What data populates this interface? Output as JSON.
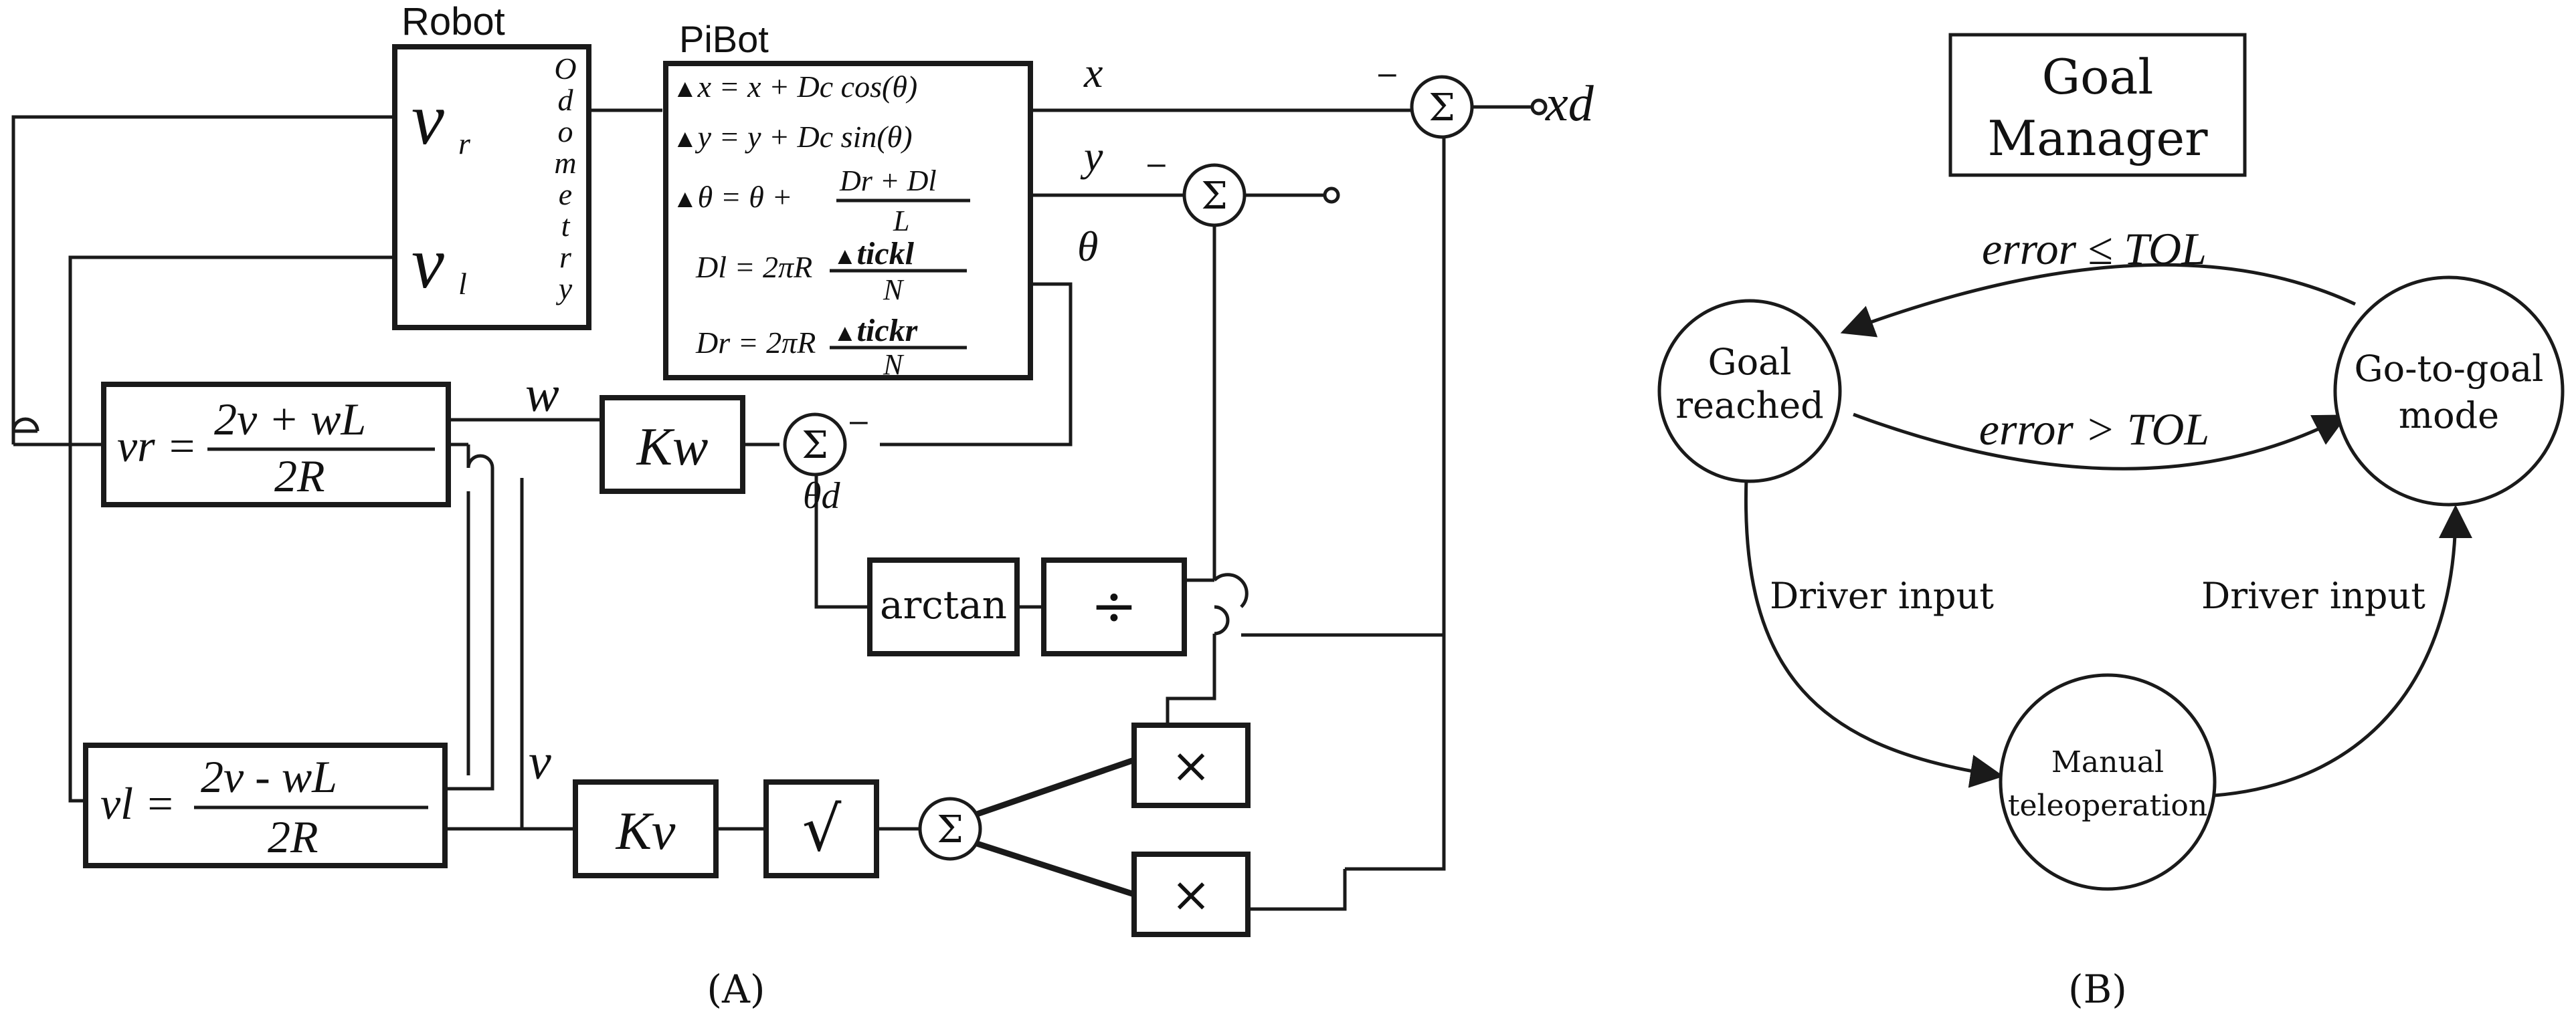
{
  "panel_a": {
    "caption": "(A)",
    "robot": {
      "title": "Robot",
      "vr": "v",
      "vr_sub": "r",
      "vl": "v",
      "vl_sub": "l",
      "odometry_letters": [
        "O",
        "d",
        "o",
        "m",
        "e",
        "t",
        "r",
        "y"
      ]
    },
    "pibot": {
      "title": "PiBot",
      "eq1": "x = x + Dc  cos(θ)",
      "eq2": "y = y + Dc  sin(θ)",
      "eq3_lhs": "θ = θ +",
      "eq3_num": "Dr + Dl",
      "eq3_den": "L",
      "eq4_lhs": "Dl = 2πR",
      "eq4_num": "tickl",
      "eq4_den": "N",
      "eq5_lhs": "Dr = 2πR",
      "eq5_num": "tickr",
      "eq5_den": "N"
    },
    "outputs": {
      "x": "x",
      "y": "y",
      "theta": "θ",
      "xd": "xd",
      "theta_d": "θd",
      "minus": "–"
    },
    "vr_block": {
      "lhs": "vr =",
      "num": "2v + wL",
      "den": "2R"
    },
    "vl_block": {
      "lhs": "vl =",
      "num": "2v - wL",
      "den": "2R"
    },
    "signal_w": "w",
    "signal_v": "v",
    "kw_label": "Kw",
    "kv_label": "Kv",
    "sqrt_label": "√",
    "arctan_label": "arctan",
    "div_label": "÷",
    "mul_label": "×",
    "sum_label": "Σ"
  },
  "panel_b": {
    "caption": "(B)",
    "manager_line1": "Goal",
    "manager_line2": "Manager",
    "state_goal_line1": "Goal",
    "state_goal_line2": "reached",
    "state_go_line1": "Go-to-goal",
    "state_go_line2": "mode",
    "state_manual_line1": "Manual",
    "state_manual_line2": "teleoperation",
    "edge_top": "error ≤ TOL",
    "edge_mid": "error > TOL",
    "edge_left": "Driver input",
    "edge_right": "Driver input"
  }
}
